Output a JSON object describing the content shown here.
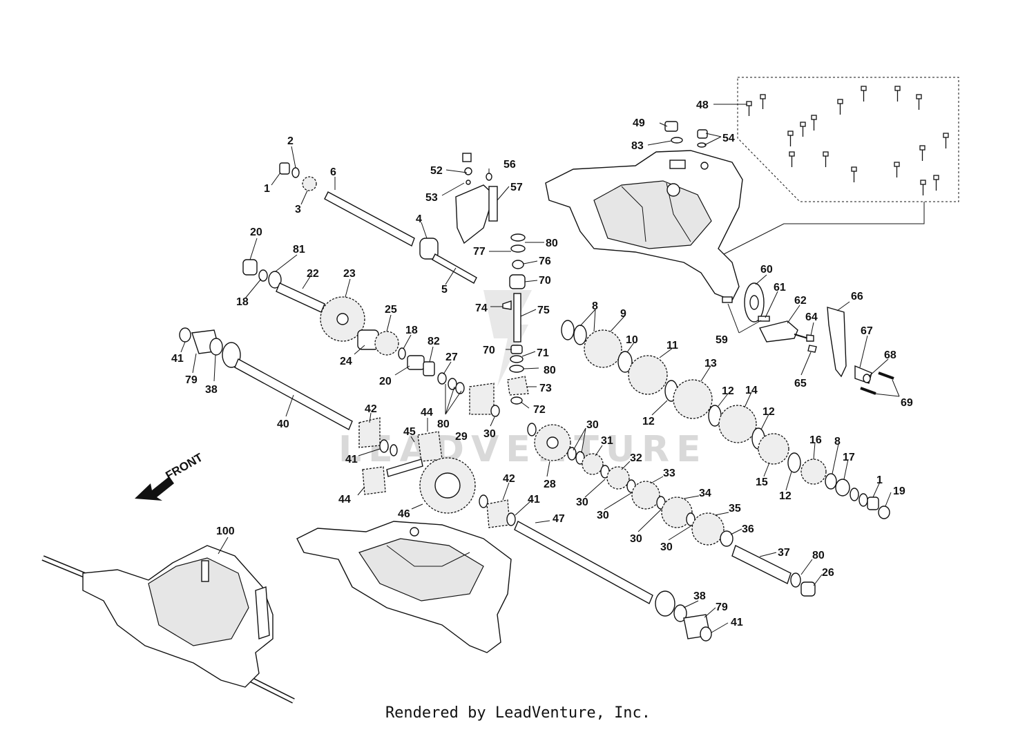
{
  "watermark": "LEADVENTURE",
  "footer": "Rendered by LeadVenture, Inc.",
  "front_label": "FRONT",
  "callouts": [
    {
      "id": "c1a",
      "label": "1"
    },
    {
      "id": "c2",
      "label": "2"
    },
    {
      "id": "c3",
      "label": "3"
    },
    {
      "id": "c6",
      "label": "6"
    },
    {
      "id": "c52",
      "label": "52"
    },
    {
      "id": "c53",
      "label": "53"
    },
    {
      "id": "c56",
      "label": "56"
    },
    {
      "id": "c57",
      "label": "57"
    },
    {
      "id": "c4",
      "label": "4"
    },
    {
      "id": "c5",
      "label": "5"
    },
    {
      "id": "c20a",
      "label": "20"
    },
    {
      "id": "c81",
      "label": "81"
    },
    {
      "id": "c18a",
      "label": "18"
    },
    {
      "id": "c22",
      "label": "22"
    },
    {
      "id": "c23",
      "label": "23"
    },
    {
      "id": "c80a",
      "label": "80"
    },
    {
      "id": "c77",
      "label": "77"
    },
    {
      "id": "c76",
      "label": "76"
    },
    {
      "id": "c70a",
      "label": "70"
    },
    {
      "id": "c74",
      "label": "74"
    },
    {
      "id": "c75",
      "label": "75"
    },
    {
      "id": "c49",
      "label": "49"
    },
    {
      "id": "c83",
      "label": "83"
    },
    {
      "id": "c48",
      "label": "48"
    },
    {
      "id": "c54",
      "label": "54"
    },
    {
      "id": "c60",
      "label": "60"
    },
    {
      "id": "c61",
      "label": "61"
    },
    {
      "id": "c62",
      "label": "62"
    },
    {
      "id": "c59",
      "label": "59"
    },
    {
      "id": "c64",
      "label": "64"
    },
    {
      "id": "c65",
      "label": "65"
    },
    {
      "id": "c66",
      "label": "66"
    },
    {
      "id": "c67",
      "label": "67"
    },
    {
      "id": "c68",
      "label": "68"
    },
    {
      "id": "c69",
      "label": "69"
    },
    {
      "id": "c25",
      "label": "25"
    },
    {
      "id": "c18b",
      "label": "18"
    },
    {
      "id": "c24",
      "label": "24"
    },
    {
      "id": "c82",
      "label": "82"
    },
    {
      "id": "c20b",
      "label": "20"
    },
    {
      "id": "c27",
      "label": "27"
    },
    {
      "id": "c70b",
      "label": "70"
    },
    {
      "id": "c71",
      "label": "71"
    },
    {
      "id": "c80b",
      "label": "80"
    },
    {
      "id": "c73",
      "label": "73"
    },
    {
      "id": "c72",
      "label": "72"
    },
    {
      "id": "c41a",
      "label": "41"
    },
    {
      "id": "c79a",
      "label": "79"
    },
    {
      "id": "c38a",
      "label": "38"
    },
    {
      "id": "c40",
      "label": "40"
    },
    {
      "id": "c8a",
      "label": "8"
    },
    {
      "id": "c9",
      "label": "9"
    },
    {
      "id": "c10",
      "label": "10"
    },
    {
      "id": "c11",
      "label": "11"
    },
    {
      "id": "c13",
      "label": "13"
    },
    {
      "id": "c12a",
      "label": "12"
    },
    {
      "id": "c12b",
      "label": "12"
    },
    {
      "id": "c14",
      "label": "14"
    },
    {
      "id": "c12c",
      "label": "12"
    },
    {
      "id": "c12d",
      "label": "12"
    },
    {
      "id": "c15",
      "label": "15"
    },
    {
      "id": "c16",
      "label": "16"
    },
    {
      "id": "c8b",
      "label": "8"
    },
    {
      "id": "c17",
      "label": "17"
    },
    {
      "id": "c1b",
      "label": "1"
    },
    {
      "id": "c19",
      "label": "19"
    },
    {
      "id": "c80c",
      "label": "80"
    },
    {
      "id": "c29",
      "label": "29"
    },
    {
      "id": "c30a",
      "label": "30"
    },
    {
      "id": "c42a",
      "label": "42"
    },
    {
      "id": "c44a",
      "label": "44"
    },
    {
      "id": "c45",
      "label": "45"
    },
    {
      "id": "c41b",
      "label": "41"
    },
    {
      "id": "c44b",
      "label": "44"
    },
    {
      "id": "c46",
      "label": "46"
    },
    {
      "id": "c42b",
      "label": "42"
    },
    {
      "id": "c41c",
      "label": "41"
    },
    {
      "id": "c47",
      "label": "47"
    },
    {
      "id": "c30b",
      "label": "30"
    },
    {
      "id": "c31",
      "label": "31"
    },
    {
      "id": "c28",
      "label": "28"
    },
    {
      "id": "c32",
      "label": "32"
    },
    {
      "id": "c30c",
      "label": "30"
    },
    {
      "id": "c33",
      "label": "33"
    },
    {
      "id": "c30d",
      "label": "30"
    },
    {
      "id": "c34",
      "label": "34"
    },
    {
      "id": "c30e",
      "label": "30"
    },
    {
      "id": "c35",
      "label": "35"
    },
    {
      "id": "c30f",
      "label": "30"
    },
    {
      "id": "c36",
      "label": "36"
    },
    {
      "id": "c37",
      "label": "37"
    },
    {
      "id": "c80d",
      "label": "80"
    },
    {
      "id": "c26",
      "label": "26"
    },
    {
      "id": "c38b",
      "label": "38"
    },
    {
      "id": "c79b",
      "label": "79"
    },
    {
      "id": "c41d",
      "label": "41"
    },
    {
      "id": "c100",
      "label": "100"
    }
  ]
}
